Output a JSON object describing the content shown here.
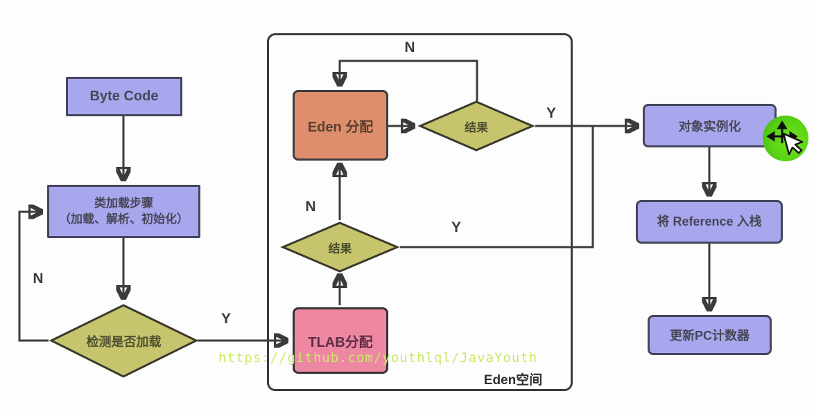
{
  "diagram_title": "JVM object allocation flowchart (Eden / TLAB)",
  "nodes": {
    "byte_code": {
      "label": "Byte Code"
    },
    "class_load": {
      "line1": "类加载步骤",
      "line2": "（加载、解析、初始化）"
    },
    "check_loaded": {
      "label": "检测是否加载"
    },
    "eden_container": {
      "label": "Eden空间"
    },
    "eden_alloc": {
      "label": "Eden 分配"
    },
    "result_upper": {
      "label": "结果"
    },
    "result_lower": {
      "label": "结果"
    },
    "tlab_alloc": {
      "label": "TLAB分配"
    },
    "object_instantiate": {
      "label": "对象实例化"
    },
    "reference_push": {
      "label": "将 Reference 入栈"
    },
    "update_pc": {
      "label": "更新PC计数器"
    }
  },
  "edge_labels": {
    "n_reload_loop": "N",
    "y_to_tlab": "Y",
    "n_result_to_eden": "N",
    "y_result_lower": "Y",
    "n_eden_retry": "N",
    "y_to_instantiate": "Y"
  },
  "watermark": "https://github.com/youthlql/JavaYouth",
  "colors": {
    "purple_box": "#a8a6ec",
    "olive_diamond": "#c6c56e",
    "orange_box": "#de8e6c",
    "pink_box": "#ee87a2",
    "arrow": "#3b3b3b",
    "watermark_text": "#cbe968",
    "cursor_highlight": "#58d214",
    "background": "#fdfdfd"
  },
  "cursor": {
    "type": "move-pointer-highlight"
  }
}
